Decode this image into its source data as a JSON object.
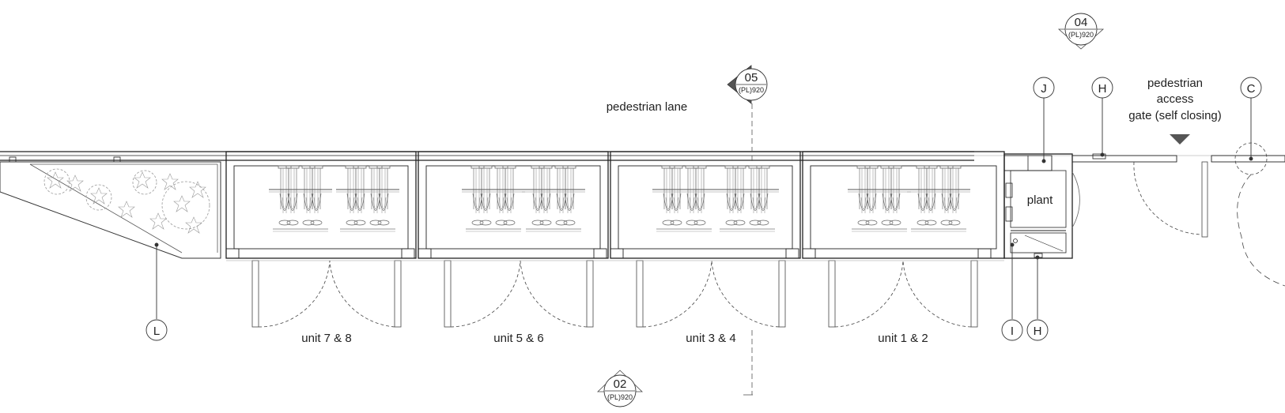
{
  "labels": {
    "pedestrian_lane": "pedestrian lane",
    "gate_line1": "pedestrian",
    "gate_line2": "access",
    "gate_line3": "gate (self closing)",
    "plant": "plant",
    "unit_78": "unit 7 & 8",
    "unit_56": "unit 5 & 6",
    "unit_34": "unit 3 & 4",
    "unit_12": "unit 1 & 2"
  },
  "section_markers": {
    "s04": {
      "number": "04",
      "sheet": "(PL)920"
    },
    "s05": {
      "number": "05",
      "sheet": "(PL)920"
    },
    "s02": {
      "number": "02",
      "sheet": "(PL)920"
    }
  },
  "callouts": {
    "J": "J",
    "H_top": "H",
    "C": "C",
    "L": "L",
    "I": "I",
    "H_bottom": "H"
  },
  "colors": {
    "line": "#222222",
    "light_line": "#8a8a8a",
    "planting": "#9a9a9a",
    "marker_fill": "#555555"
  }
}
